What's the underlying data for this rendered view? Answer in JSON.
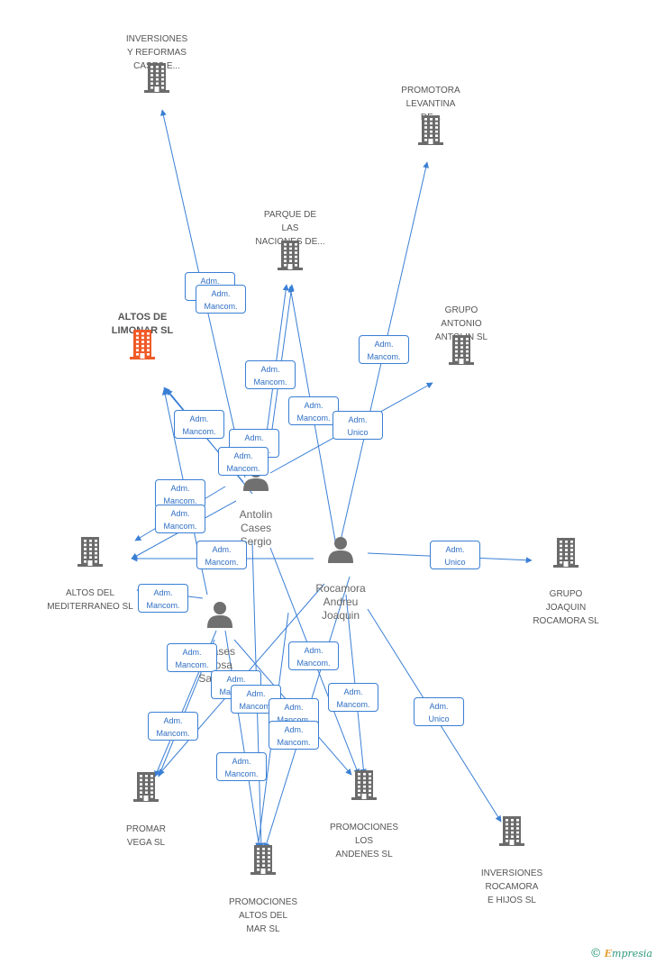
{
  "colors": {
    "edge": "#3a7fd5",
    "company": "#6b6b6b",
    "highlight": "#f05a28",
    "person": "#707070"
  },
  "companies": [
    {
      "id": "inversiones_reformas",
      "label": "INVERSIONES\nY REFORMAS\nCASES E..."
    },
    {
      "id": "promotora_levantina",
      "label": "PROMOTORA\nLEVANTINA\nDE..."
    },
    {
      "id": "parque_naciones",
      "label": "PARQUE DE\nLAS\nNACIONES DE..."
    },
    {
      "id": "grupo_antonio_antolin",
      "label": "GRUPO\nANTONIO\nANTOLIN SL"
    },
    {
      "id": "altos_limonar",
      "label": "ALTOS DE\nLIMONAR SL",
      "highlight": true
    },
    {
      "id": "altos_mediterraneo",
      "label": "ALTOS DEL\nMEDITERRANEO SL"
    },
    {
      "id": "grupo_joaquin_rocamora",
      "label": "GRUPO\nJOAQUIN\nROCAMORA SL"
    },
    {
      "id": "promar_vega",
      "label": "PROMAR\nVEGA SL"
    },
    {
      "id": "promociones_andenes",
      "label": "PROMOCIONES\nLOS\nANDENES SL"
    },
    {
      "id": "promociones_altos_mar",
      "label": "PROMOCIONES\nALTOS DEL\nMAR SL"
    },
    {
      "id": "inversiones_rocamora",
      "label": "INVERSIONES\nROCAMORA\nE HIJOS SL"
    }
  ],
  "persons": [
    {
      "id": "antolin",
      "label": "Antolin\nCases\nSergio"
    },
    {
      "id": "rocamora",
      "label": "Rocamora\nAndreu\nJoaquin"
    },
    {
      "id": "cases_rosa",
      "label": "Cases\nRosa\nSalvador"
    }
  ],
  "edge_labels": [
    "Adm.\nUnico",
    "Adm.\nMancom.",
    "Adm.\nMancom.",
    "Adm.\nMancom.",
    "Adm.\nUnico",
    "Adm.\nMancom.",
    "Adm.\nMancom.",
    "Adm.\nMancom.",
    "Adm.\nMancom.",
    "Adm.\nMancom.",
    "Adm.\nMancom.",
    "Adm.\nUnico",
    "Adm.\nMancom.",
    "Adm.\nMancom.",
    "Adm.\nMancom.",
    "Adm.\nMancom.",
    "Adm.\nMancom.",
    "Adm.\nMancom.",
    "Adm.\nUnico",
    "Adm.\nMancom.",
    "Adm.\nMancom.",
    "Adm.\nMancom.",
    "Adm.\nMancom.",
    "Adm.\nMancom."
  ],
  "brand": {
    "symbol": "©",
    "initial": "E",
    "rest": "mpresia"
  }
}
